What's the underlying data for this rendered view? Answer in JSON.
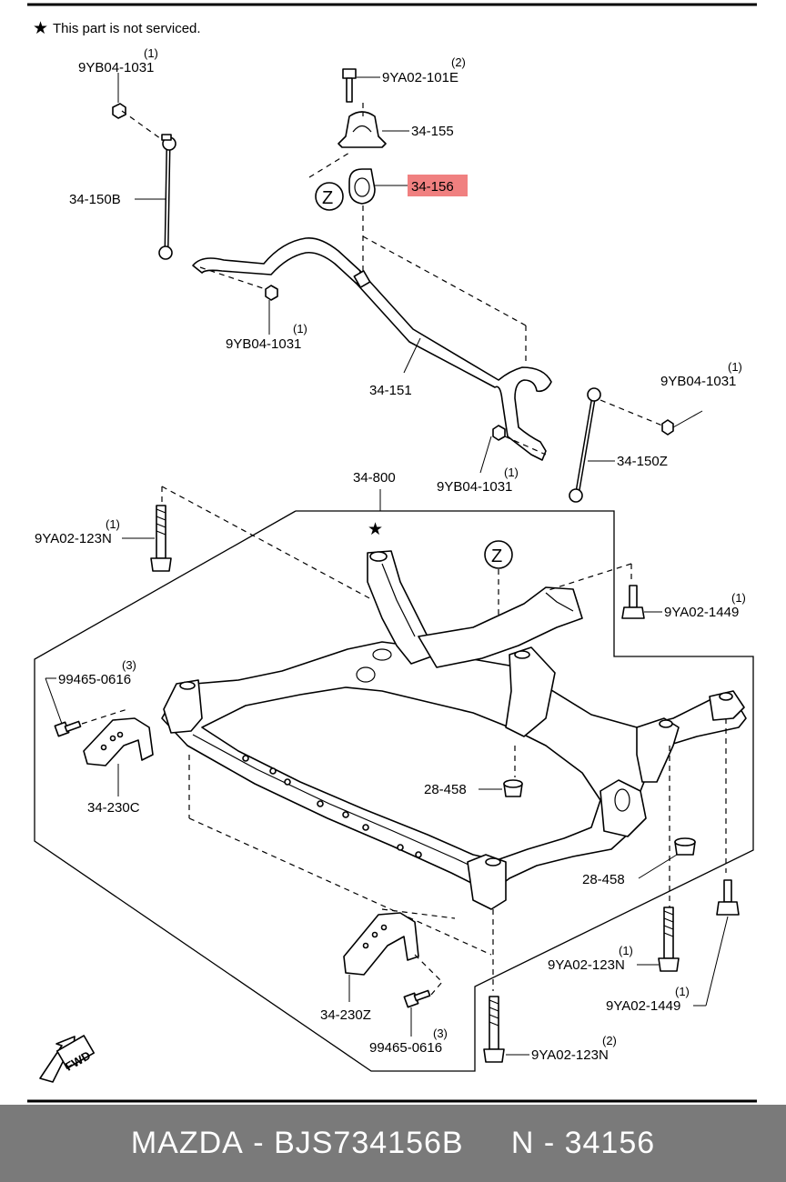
{
  "note": "This part is not serviced.",
  "note_symbol": "★",
  "zone_marker": "Z",
  "fwd_label": "FWD",
  "highlight_color": "#f08080",
  "labels": {
    "nut_top_left": {
      "code": "9YB04-1031",
      "qty": "(1)"
    },
    "bolt_top": {
      "code": "9YA02-101E",
      "qty": "(2)"
    },
    "bracket_34_155": {
      "code": "34-155"
    },
    "bushing_34_156": {
      "code": "34-156"
    },
    "link_34_150B": {
      "code": "34-150B"
    },
    "nut_mid_left": {
      "code": "9YB04-1031",
      "qty": "(1)"
    },
    "bar_34_151": {
      "code": "34-151"
    },
    "nut_right_top": {
      "code": "9YB04-1031",
      "qty": "(1)"
    },
    "link_34_150Z": {
      "code": "34-150Z"
    },
    "nut_mid_right": {
      "code": "9YB04-1031",
      "qty": "(1)"
    },
    "frame_34_800": {
      "code": "34-800"
    },
    "bolt_left_123N": {
      "code": "9YA02-123N",
      "qty": "(1)"
    },
    "bolt_right_1449": {
      "code": "9YA02-1449",
      "qty": "(1)"
    },
    "bolt_left_0616": {
      "code": "99465-0616",
      "qty": "(3)"
    },
    "bracket_34_230C": {
      "code": "34-230C"
    },
    "nut_28_458_a": {
      "code": "28-458"
    },
    "nut_28_458_b": {
      "code": "28-458"
    },
    "bolt_lower_123N": {
      "code": "9YA02-123N",
      "qty": "(1)"
    },
    "bolt_lower_1449": {
      "code": "9YA02-1449",
      "qty": "(1)"
    },
    "bracket_34_230Z": {
      "code": "34-230Z"
    },
    "bolt_lower_0616": {
      "code": "99465-0616",
      "qty": "(3)"
    },
    "bolt_bottom_123N": {
      "code": "9YA02-123N",
      "qty": "(2)"
    }
  },
  "footer": {
    "brand": "MAZDA",
    "separator": "-",
    "part_number": "BJS734156B",
    "ref_prefix": "N",
    "ref_number": "34156"
  }
}
